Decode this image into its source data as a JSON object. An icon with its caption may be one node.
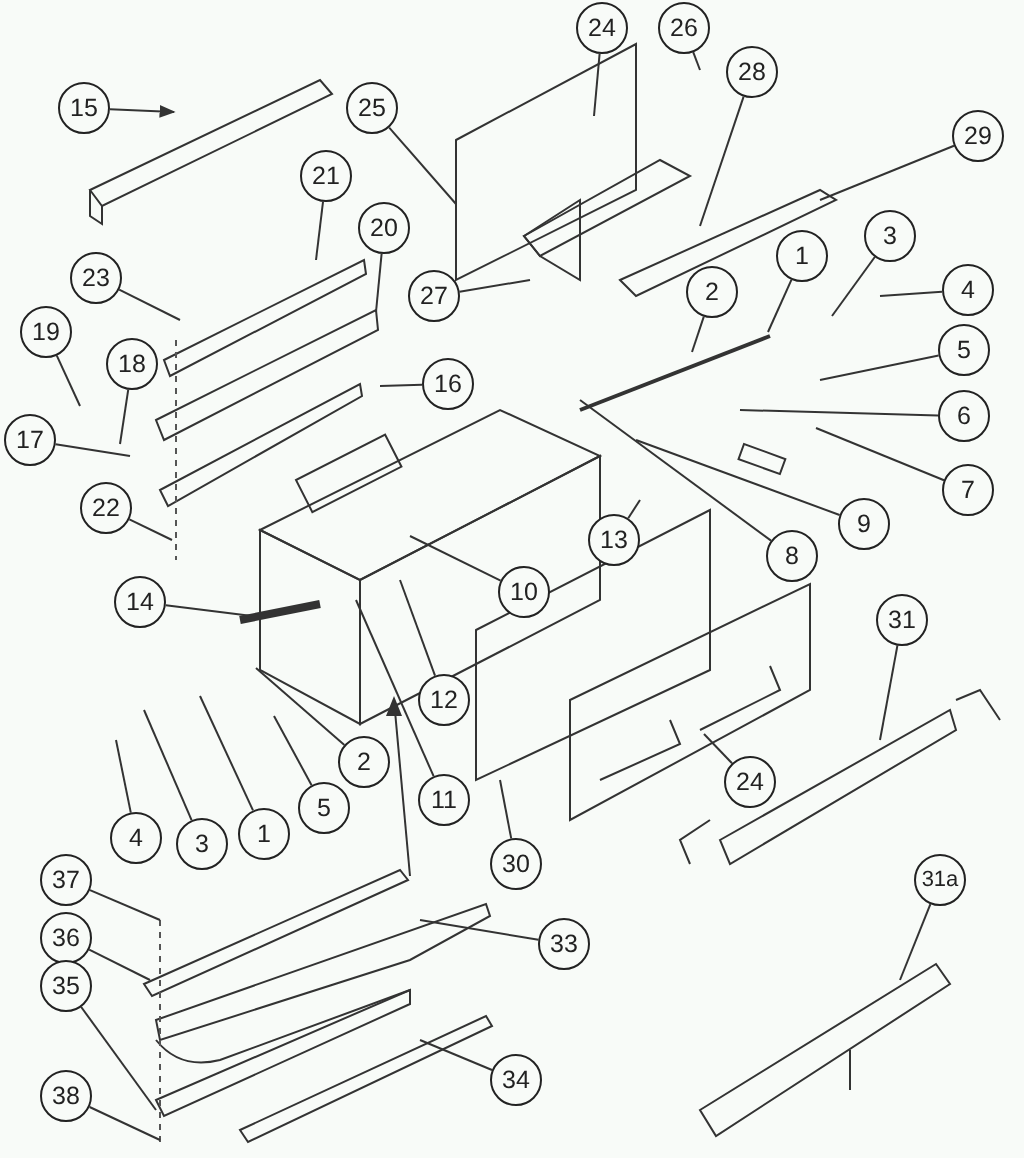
{
  "diagram": {
    "nodes": [
      {
        "text": [
          "15"
        ]
      },
      {
        "text": [
          "24"
        ]
      },
      {
        "text": [
          "26"
        ]
      },
      {
        "text": [
          "25"
        ]
      },
      {
        "text": [
          "28"
        ]
      },
      {
        "text": [
          "29"
        ]
      },
      {
        "text": [
          "21"
        ]
      },
      {
        "text": [
          "20"
        ]
      },
      {
        "text": [
          "23"
        ]
      },
      {
        "text": [
          "27"
        ]
      },
      {
        "text": [
          "3"
        ]
      },
      {
        "text": [
          "1"
        ]
      },
      {
        "text": [
          "2"
        ]
      },
      {
        "text": [
          "4"
        ]
      },
      {
        "text": [
          "19"
        ]
      },
      {
        "text": [
          "18"
        ]
      },
      {
        "text": [
          "16"
        ]
      },
      {
        "text": [
          "5"
        ]
      },
      {
        "text": [
          "17"
        ]
      },
      {
        "text": [
          "6"
        ]
      },
      {
        "text": [
          "7"
        ]
      },
      {
        "text": [
          "9"
        ]
      },
      {
        "text": [
          "8"
        ]
      },
      {
        "text": [
          "22"
        ]
      },
      {
        "text": [
          "13"
        ]
      },
      {
        "text": [
          "14"
        ]
      },
      {
        "text": [
          "10"
        ]
      },
      {
        "text": [
          "12"
        ]
      },
      {
        "text": [
          "11"
        ]
      },
      {
        "text": [
          "2"
        ]
      },
      {
        "text": [
          "5"
        ]
      },
      {
        "text": [
          "1"
        ]
      },
      {
        "text": [
          "4"
        ]
      },
      {
        "text": [
          "3"
        ]
      },
      {
        "text": [
          "30"
        ]
      },
      {
        "text": [
          "24"
        ]
      },
      {
        "text": [
          "31"
        ]
      },
      {
        "text": [
          "31a"
        ]
      },
      {
        "text": [
          "33"
        ]
      },
      {
        "text": [
          "37"
        ]
      },
      {
        "text": [
          "36"
        ]
      },
      {
        "text": [
          "34"
        ]
      },
      {
        "text": [
          "35"
        ]
      },
      {
        "text": [
          "38"
        ]
      }
    ],
    "edges": [
      {
        "from": 0,
        "to": null,
        "arrow": "to"
      },
      {
        "from": 1,
        "to": null,
        "arrow": "none"
      },
      {
        "from": 2,
        "to": null,
        "arrow": "none"
      },
      {
        "from": 3,
        "to": null,
        "arrow": "none"
      },
      {
        "from": 4,
        "to": null,
        "arrow": "none"
      },
      {
        "from": 5,
        "to": null,
        "arrow": "none"
      },
      {
        "from": 6,
        "to": null,
        "arrow": "none"
      },
      {
        "from": 7,
        "to": null,
        "arrow": "none"
      },
      {
        "from": 8,
        "to": null,
        "arrow": "none"
      },
      {
        "from": 9,
        "to": null,
        "arrow": "none"
      },
      {
        "from": 10,
        "to": null,
        "arrow": "none"
      },
      {
        "from": 11,
        "to": null,
        "arrow": "none"
      },
      {
        "from": 12,
        "to": null,
        "arrow": "none"
      },
      {
        "from": 13,
        "to": null,
        "arrow": "none"
      },
      {
        "from": 14,
        "to": null,
        "arrow": "none"
      },
      {
        "from": 15,
        "to": null,
        "arrow": "none"
      },
      {
        "from": 16,
        "to": null,
        "arrow": "none"
      },
      {
        "from": 17,
        "to": null,
        "arrow": "none"
      },
      {
        "from": 18,
        "to": null,
        "arrow": "none"
      },
      {
        "from": 19,
        "to": null,
        "arrow": "none"
      },
      {
        "from": 20,
        "to": null,
        "arrow": "none"
      },
      {
        "from": 21,
        "to": null,
        "arrow": "none"
      },
      {
        "from": 22,
        "to": null,
        "arrow": "none"
      },
      {
        "from": 23,
        "to": null,
        "arrow": "none"
      },
      {
        "from": 24,
        "to": null,
        "arrow": "none"
      },
      {
        "from": 25,
        "to": null,
        "arrow": "none"
      },
      {
        "from": 26,
        "to": null,
        "arrow": "none"
      },
      {
        "from": 27,
        "to": null,
        "arrow": "none"
      },
      {
        "from": 28,
        "to": null,
        "arrow": "none"
      },
      {
        "from": 29,
        "to": null,
        "arrow": "none"
      },
      {
        "from": 30,
        "to": null,
        "arrow": "none"
      },
      {
        "from": 31,
        "to": null,
        "arrow": "none"
      },
      {
        "from": 32,
        "to": null,
        "arrow": "none"
      },
      {
        "from": 33,
        "to": null,
        "arrow": "none"
      },
      {
        "from": 34,
        "to": null,
        "arrow": "none"
      },
      {
        "from": 35,
        "to": null,
        "arrow": "none"
      },
      {
        "from": 36,
        "to": null,
        "arrow": "none"
      },
      {
        "from": 37,
        "to": null,
        "arrow": "none"
      },
      {
        "from": 38,
        "to": null,
        "arrow": "none"
      },
      {
        "from": 39,
        "to": null,
        "arrow": "none"
      },
      {
        "from": 40,
        "to": null,
        "arrow": "none"
      },
      {
        "from": 41,
        "to": null,
        "arrow": "none"
      },
      {
        "from": 42,
        "to": null,
        "arrow": "none"
      },
      {
        "from": 43,
        "to": null,
        "arrow": "none"
      }
    ]
  }
}
